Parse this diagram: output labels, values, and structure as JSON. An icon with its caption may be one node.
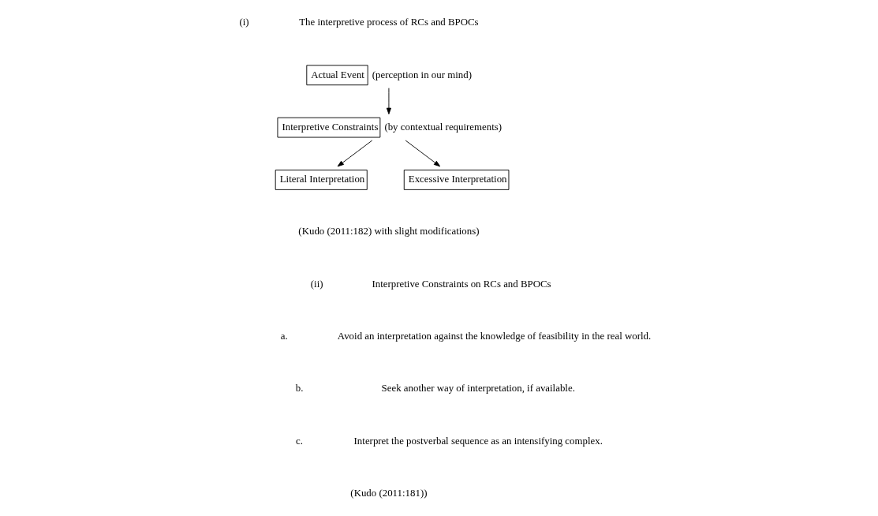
{
  "diagram": {
    "nodes": [
      {
        "text": [
          "Actual Event"
        ],
        "beside": [
          "(perception in our mind)"
        ]
      },
      {
        "text": [
          "Interpretive Constraints"
        ],
        "beside": [
          "(by contextual requirements)"
        ]
      },
      {
        "text": [
          "Literal Interpretation"
        ]
      },
      {
        "text": [
          "Excessive Interpretation"
        ]
      }
    ],
    "edges": [
      {
        "from": 0,
        "to": 1,
        "arrow": "to"
      },
      {
        "from": 1,
        "to": 2,
        "arrow": "to"
      },
      {
        "from": 1,
        "to": 3,
        "arrow": "to"
      }
    ],
    "labels": [
      "(i)",
      "The interpretive process of RCs and BPOCs",
      "(Kudo (2011:182) with slight modifications)",
      "(ii)",
      "Interpretive Constraints on RCs and BPOCs",
      "a.",
      "Avoid an interpretation against the knowledge of feasibility in the real world.",
      "b.",
      "Seek another way of interpretation, if available.",
      "c.",
      "Interpret the postverbal sequence as an intensifying complex.",
      "(Kudo (2011:181))"
    ]
  }
}
